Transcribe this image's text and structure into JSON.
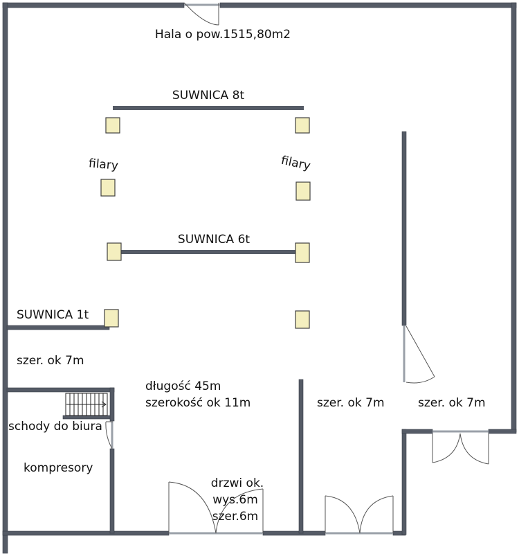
{
  "colors": {
    "wall": "#555b66",
    "pillar_fill": "#f4efbf",
    "pillar_stroke": "#404040",
    "background": "#ffffff",
    "text": "#111111"
  },
  "labels": {
    "hall_area": "Hala o pow.1515,80m2",
    "crane_8t": "SUWNICA 8t",
    "crane_6t": "SUWNICA 6t",
    "crane_1t": "SUWNICA 1t",
    "pillars_left": "filary",
    "pillars_right": "filary",
    "width_left": "szer. ok 7m",
    "length": "długość 45m",
    "width_main": "szerokość ok 11m",
    "width_middle": "szer. ok 7m",
    "width_right": "szer. ok 7m",
    "stairs": "schody do biura",
    "compressors": "kompresory",
    "door_line1": "drzwi ok.",
    "door_line2": "wys.6m",
    "door_line3": "szer.6m"
  }
}
